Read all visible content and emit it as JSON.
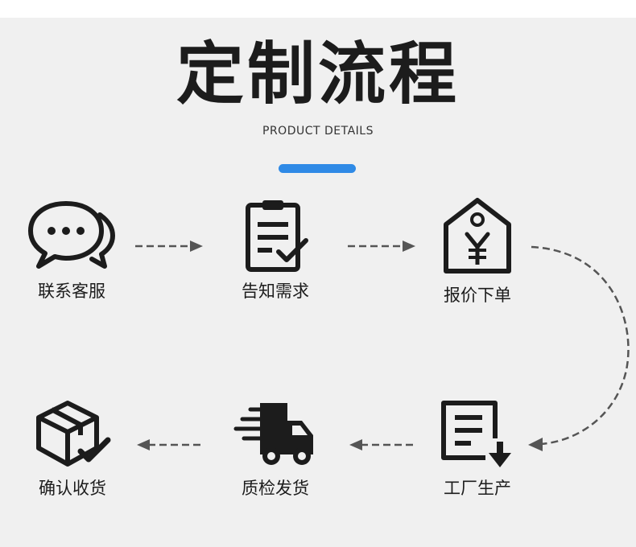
{
  "header": {
    "title": "定制流程",
    "subtitle": "PRODUCT DETAILS",
    "accent_color": "#2f8ae6"
  },
  "steps": [
    {
      "label": "联系客服",
      "icon": "chat-bubbles-icon"
    },
    {
      "label": "告知需求",
      "icon": "clipboard-check-icon"
    },
    {
      "label": "报价下单",
      "icon": "price-tag-yen-icon"
    },
    {
      "label": "工厂生产",
      "icon": "document-download-icon"
    },
    {
      "label": "质检发货",
      "icon": "delivery-truck-icon"
    },
    {
      "label": "确认收货",
      "icon": "package-check-icon"
    }
  ]
}
